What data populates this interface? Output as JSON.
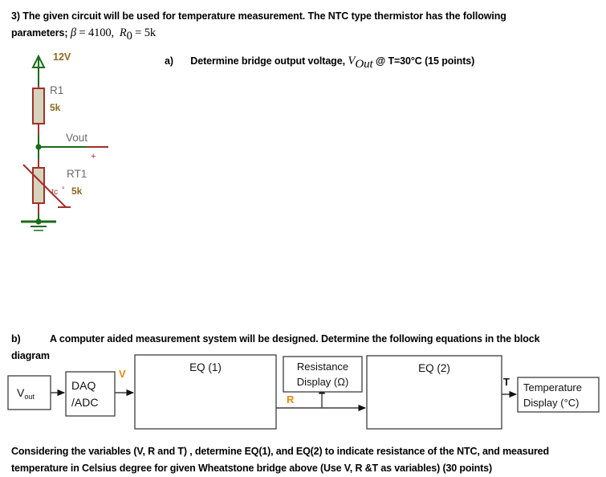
{
  "question": {
    "number": "3)",
    "line1_pre": "The given circuit will be used for temperature measurement. The NTC type thermistor has the following",
    "line2_pre": "parameters;",
    "beta_symbol": "β",
    "beta_eq": "= 4100,",
    "r0_symbol": "R",
    "r0_sub": "0",
    "r0_eq": "= 5k"
  },
  "part_a": {
    "label": "a)",
    "text_pre": "Determine bridge output voltage,",
    "v_symbol": "V",
    "v_sub": "Out",
    "text_post": "@ T=30°C (15 points)"
  },
  "circuit": {
    "supply_label": "12V",
    "r1_name": "R1",
    "r1_value": "5k",
    "vout_label": "Vout",
    "vout_plus": "+",
    "rt1_name": "RT1",
    "rt1_value": "5k",
    "tc_label": "-tc",
    "tc_dot": "°",
    "wire_color": "#1a6b1a",
    "component_color": "#a03028",
    "label_color": "#8a6a1f",
    "text_color": "#6b6b6b"
  },
  "part_b": {
    "label": "b)",
    "line1": "A computer aided measurement system will be designed. Determine the following equations in the block",
    "line2": "diagram"
  },
  "block_diagram": {
    "blocks": [
      {
        "id": "vout",
        "label": "V",
        "sub": "out"
      },
      {
        "id": "daq",
        "line1": "DAQ",
        "line2": "/ADC"
      },
      {
        "id": "eq1",
        "label": "EQ (1)"
      },
      {
        "id": "resistance",
        "line1": "Resistance",
        "line2": "Display (Ω)"
      },
      {
        "id": "eq2",
        "label": "EQ (2)"
      },
      {
        "id": "temperature",
        "line1": "Temperature",
        "line2": "Display (°C)"
      }
    ],
    "signals": [
      {
        "id": "v",
        "label": "V"
      },
      {
        "id": "r",
        "label": "R"
      },
      {
        "id": "t",
        "label": "T"
      }
    ],
    "signal_color": "#e8890c",
    "line_color": "#3d3d3d"
  },
  "bottom_note": {
    "line1": "Considering the variables (V, R and T) , determine EQ(1), and EQ(2) to indicate resistance of the NTC, and measured",
    "line2": "temperature in Celsius degree for given Wheatstone bridge above (Use V, R &T as variables) (30 points)"
  }
}
